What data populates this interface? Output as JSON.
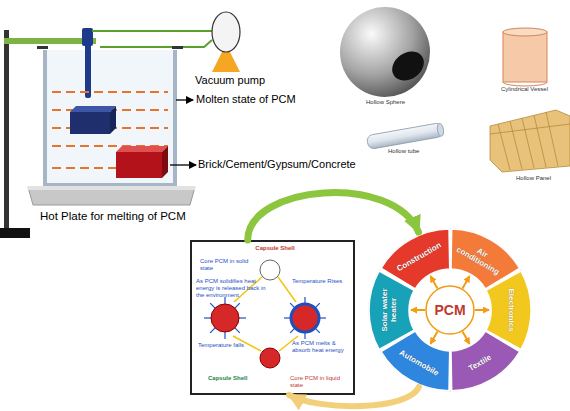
{
  "diagram": {
    "nodes": [
      {
        "text": [
          "Capsule Shell",
          "Core PCM in solid state",
          "As PCM solidifies heat energy is released back in the environment",
          "Temperature Rises",
          "Temperature falls",
          "As PCM melts & absorb heat energy",
          "Capsule Shell",
          "Core PCM in liquid state"
        ]
      },
      {
        "text": [
          "PCM"
        ]
      },
      {
        "text": [
          "Construction"
        ],
        "in": 1
      },
      {
        "text": [
          "Air conditioning"
        ],
        "in": 1
      },
      {
        "text": [
          "Electronics"
        ],
        "in": 1
      },
      {
        "text": [
          "Textile"
        ],
        "in": 1
      },
      {
        "text": [
          "Automobile"
        ],
        "in": 1
      },
      {
        "text": [
          "Solar water heater"
        ],
        "in": 1
      }
    ],
    "edges": [
      {
        "from": 0,
        "to": 1,
        "arrow": "to"
      },
      {
        "from": 1,
        "to": 0,
        "arrow": "to"
      }
    ],
    "labels": [
      "Vacuum pump",
      "Molten state of PCM",
      "Brick/Cement/Gypsum/Concrete",
      "Hot Plate for melting of PCM",
      "Hollow Sphere",
      "Cylindrical Vessel",
      "Hollow tube",
      "Hollow Panel"
    ]
  }
}
